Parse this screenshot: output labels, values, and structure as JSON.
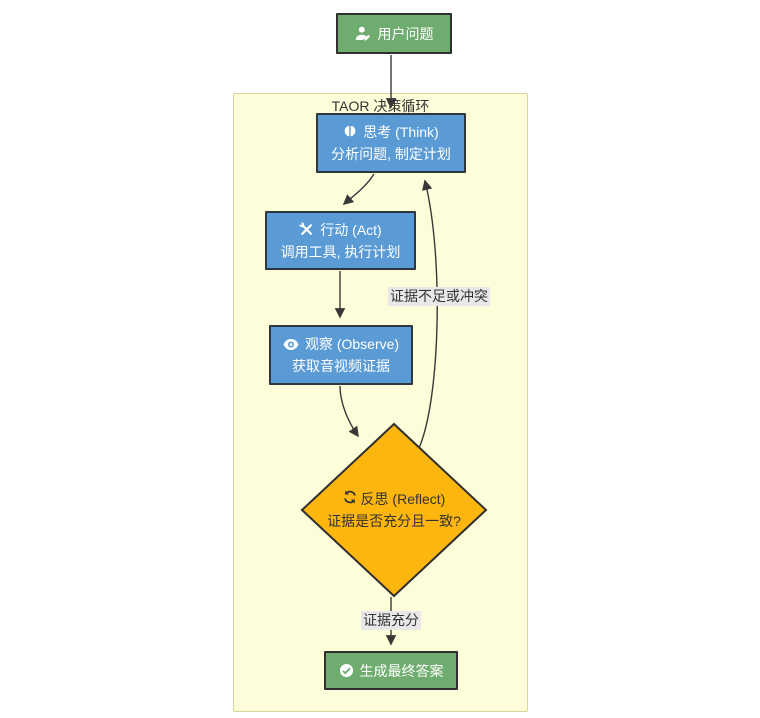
{
  "diagram": {
    "subgraph_title": "TAOR 决策循环"
  },
  "nodes": {
    "user_question": {
      "label": "用户问题",
      "icon": "user-pen-icon"
    },
    "think": {
      "title": "思考 (Think)",
      "subtitle": "分析问题, 制定计划",
      "icon": "brain-icon"
    },
    "act": {
      "title": "行动 (Act)",
      "subtitle": "调用工具, 执行计划",
      "icon": "tools-icon"
    },
    "observe": {
      "title": "观察 (Observe)",
      "subtitle": "获取音视频证据",
      "icon": "eye-icon"
    },
    "reflect": {
      "title": "反思 (Reflect)",
      "subtitle": "证据是否充分且一致?",
      "icon": "rotate-icon"
    },
    "final_answer": {
      "label": "生成最终答案",
      "icon": "check-circle-icon"
    }
  },
  "edge_labels": {
    "reflect_to_think": "证据不足或冲突",
    "reflect_to_final": "证据充分"
  },
  "colors": {
    "node_green": "#6fac6f",
    "node_blue": "#5b9bd5",
    "node_amber": "#fcb60e",
    "node_border": "#2f2f2f",
    "subgraph_fill": "#fdfdda",
    "subgraph_border": "#d6d69a",
    "edge": "#383838",
    "edge_label_bg": "#e8e8e8",
    "text_on_dark": "#ffffff",
    "text_dark": "#333333"
  }
}
